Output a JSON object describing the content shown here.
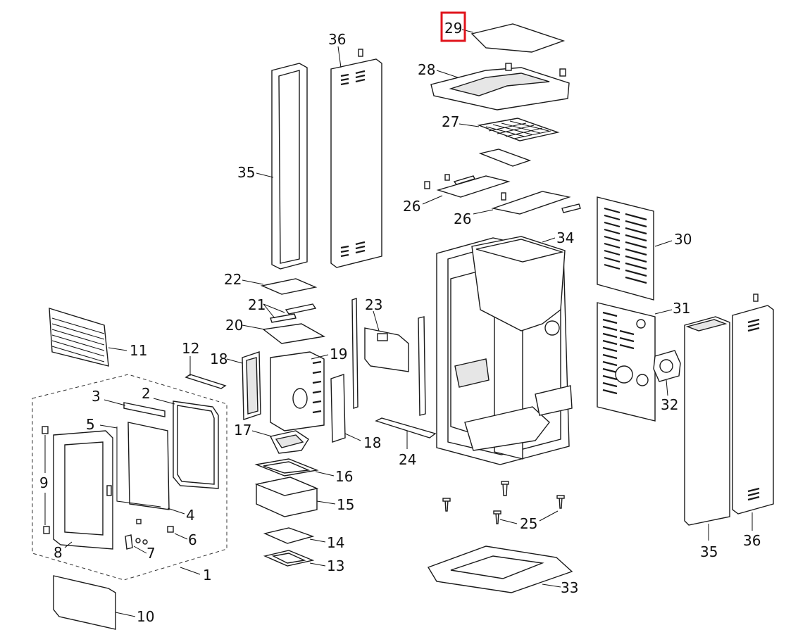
{
  "callouts": {
    "c1": "1",
    "c2": "2",
    "c3": "3",
    "c4": "4",
    "c5": "5",
    "c6": "6",
    "c7": "7",
    "c8": "8",
    "c9": "9",
    "c10": "10",
    "c11": "11",
    "c12": "12",
    "c13": "13",
    "c14": "14",
    "c15": "15",
    "c16": "16",
    "c17": "17",
    "c18a": "18",
    "c18b": "18",
    "c19": "19",
    "c20": "20",
    "c21": "21",
    "c22": "22",
    "c23": "23",
    "c24": "24",
    "c25": "25",
    "c26a": "26",
    "c26b": "26",
    "c27": "27",
    "c28": "28",
    "c29": "29",
    "c30": "30",
    "c31": "31",
    "c32": "32",
    "c33": "33",
    "c34": "34",
    "c35a": "35",
    "c35b": "35",
    "c36a": "36",
    "c36b": "36"
  },
  "highlight": {
    "part": "29",
    "color": "#e0141c"
  }
}
